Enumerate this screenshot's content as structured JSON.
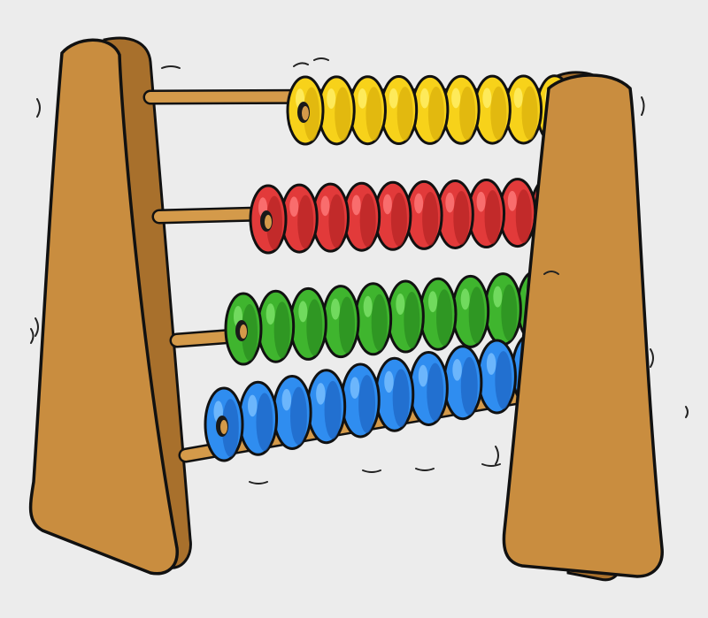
{
  "image": {
    "subject": "abacus-illustration",
    "colors": {
      "background": "#ececec",
      "wood": "#c98d3f",
      "wood_dark": "#a8702c",
      "rod": "#d49a4a",
      "outline": "#111111"
    },
    "rows": [
      {
        "name": "yellow",
        "fill": "#f7d21a",
        "shade": "#d9ae0c",
        "light": "#fff06a",
        "bead_count": 10
      },
      {
        "name": "red",
        "fill": "#e23a3a",
        "shade": "#b52424",
        "light": "#ff7a7a",
        "bead_count": 10
      },
      {
        "name": "green",
        "fill": "#3fb52e",
        "shade": "#2a8a1f",
        "light": "#7ee36a",
        "bead_count": 10
      },
      {
        "name": "blue",
        "fill": "#2f8df0",
        "shade": "#1c64c2",
        "light": "#7cc0ff",
        "bead_count": 10
      }
    ]
  }
}
